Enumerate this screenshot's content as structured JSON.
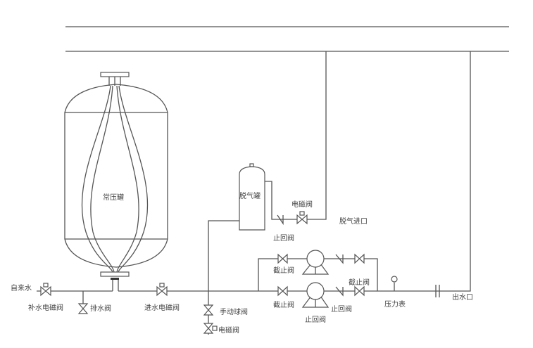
{
  "title": "常压罐补水脱气系统示意图",
  "labels": {
    "tank": "常压罐",
    "degas_tank": "脱气罐",
    "tap_water": "自来水",
    "makeup_solenoid": "补水电磁阀",
    "drain_valve": "排水阀",
    "inlet_solenoid": "进水电磁阀",
    "manual_ball_valve": "手动球阀",
    "solenoid_bottom": "电磁阀",
    "solenoid_degas": "电磁阀",
    "check_degas": "止回阀",
    "degas_inlet": "脱气进口",
    "stop_upper": "截止阀",
    "stop_lower": "截止阀",
    "stop_right": "截止阀",
    "check_lower_right": "止回阀",
    "check_lower": "止回阀",
    "pressure_gauge": "压力表",
    "outlet": "出水口"
  }
}
